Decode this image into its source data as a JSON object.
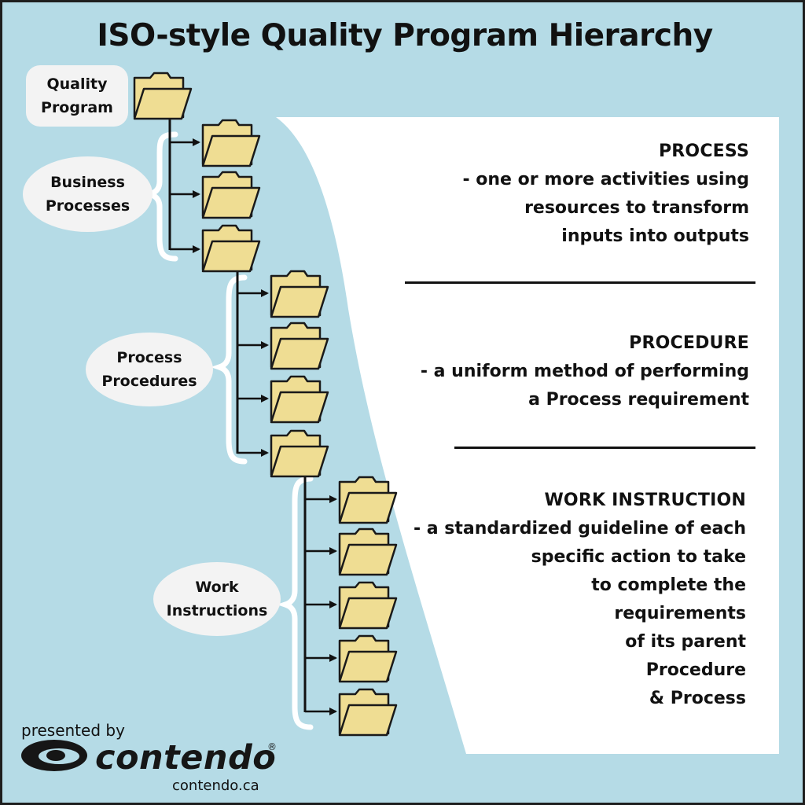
{
  "title": "ISO-style Quality Program Hierarchy",
  "colors": {
    "background": "#b5dbe6",
    "panel": "#ffffff",
    "folder_fill": "#efdd93",
    "folder_stroke": "#1a1a1a",
    "bubble": "#f3f3f3"
  },
  "tree": {
    "root_label": [
      "Quality",
      "Program"
    ],
    "groups": [
      {
        "label": [
          "Business",
          "Processes"
        ],
        "folder_count": 3
      },
      {
        "label": [
          "Process",
          "Procedures"
        ],
        "folder_count": 4
      },
      {
        "label": [
          "Work",
          "Instructions"
        ],
        "folder_count": 5
      }
    ]
  },
  "definitions": [
    {
      "heading": "PROCESS",
      "lines": [
        "- one or more activities using",
        "resources to transform",
        "inputs into outputs"
      ]
    },
    {
      "heading": "PROCEDURE",
      "lines": [
        "- a uniform method of performing",
        "a Process requirement"
      ]
    },
    {
      "heading": "WORK INSTRUCTION",
      "lines": [
        "- a standardized guideline of each",
        "specific action to take",
        "to complete the",
        "requirements",
        "of its parent",
        "Procedure",
        "& Process"
      ]
    }
  ],
  "footer": {
    "presented_by": "presented by",
    "brand": "contendo",
    "registered": "®",
    "website": "contendo.ca"
  }
}
